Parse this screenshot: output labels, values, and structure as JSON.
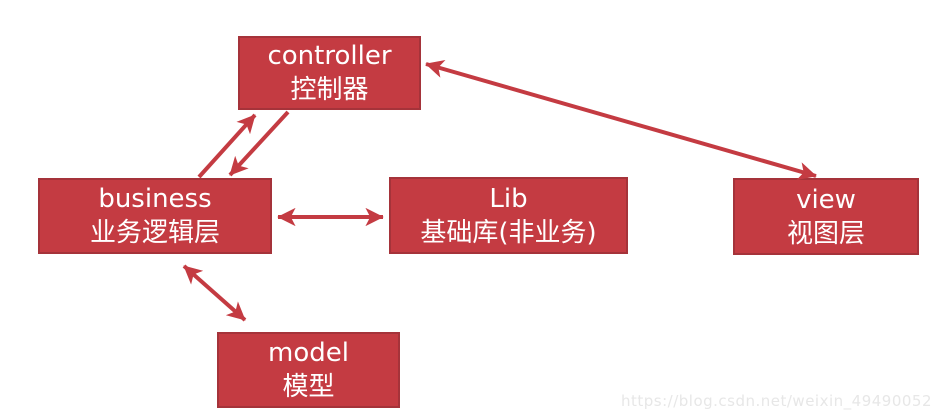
{
  "diagram": {
    "type": "architecture-diagram",
    "nodes": {
      "controller": {
        "en": "controller",
        "zh": "控制器"
      },
      "business": {
        "en": "business",
        "zh": "业务逻辑层"
      },
      "lib": {
        "en": "Lib",
        "zh": "基础库(非业务)"
      },
      "view": {
        "en": "view",
        "zh": "视图层"
      },
      "model": {
        "en": "model",
        "zh": "模型"
      }
    },
    "edges": [
      {
        "from": "business",
        "to": "controller",
        "arrows": "forward"
      },
      {
        "from": "controller",
        "to": "business",
        "arrows": "forward"
      },
      {
        "from": "business",
        "to": "lib",
        "arrows": "both"
      },
      {
        "from": "controller",
        "to": "view",
        "arrows": "both"
      },
      {
        "from": "business",
        "to": "model",
        "arrows": "both"
      }
    ],
    "colors": {
      "node_fill": "#c43b42",
      "node_border": "#a5333a",
      "arrow": "#c43b42",
      "node_text": "#ffffff",
      "background": "#ffffff",
      "watermark_text_color": "#e7e7e7"
    }
  },
  "watermark": {
    "text": "https://blog.csdn.net/weixin_49490052"
  }
}
